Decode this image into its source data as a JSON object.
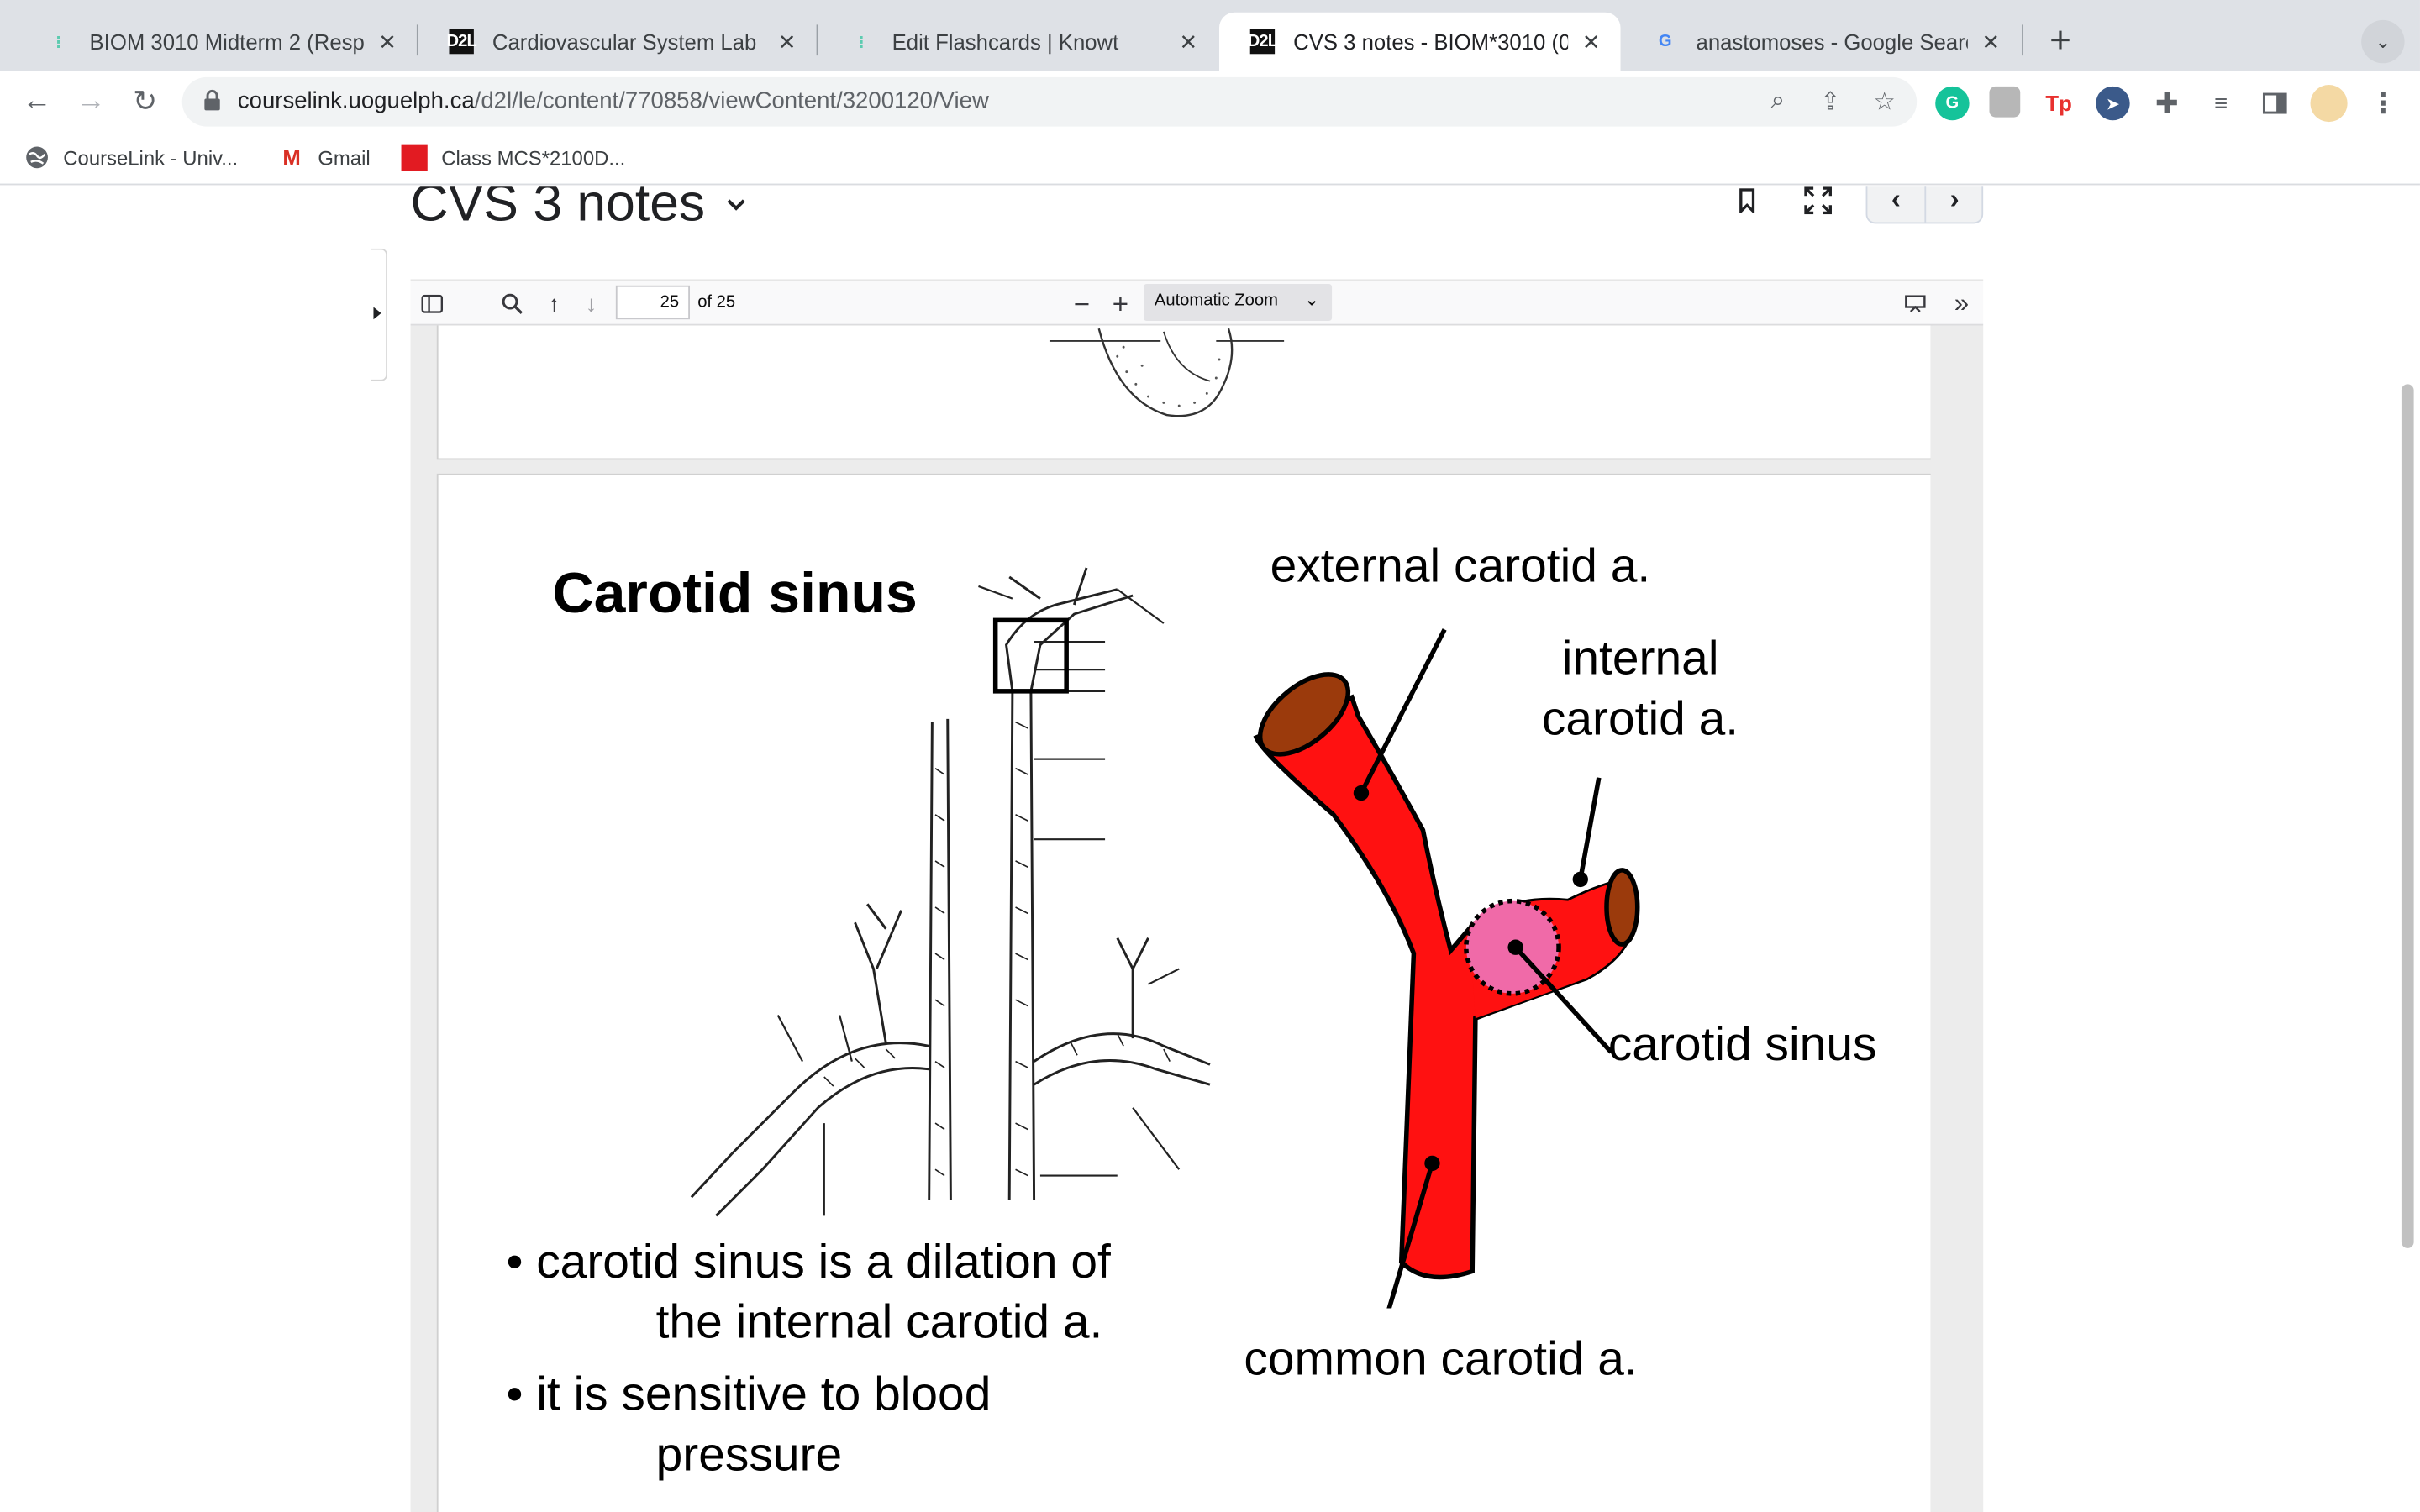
{
  "browser": {
    "tabs": [
      {
        "title": "BIOM 3010 Midterm 2 (Respira",
        "favicon": "knowt-icon",
        "active": false
      },
      {
        "title": "Cardiovascular System Lab Ma",
        "favicon": "d2l-icon",
        "active": false
      },
      {
        "title": "Edit Flashcards | Knowt",
        "favicon": "knowt-icon",
        "active": false
      },
      {
        "title": "CVS 3 notes - BIOM*3010 (01)",
        "favicon": "d2l-icon",
        "active": true
      },
      {
        "title": "anastomoses - Google Search",
        "favicon": "google-icon",
        "active": false
      }
    ],
    "d2l_favicon_text": "D2L",
    "google_favicon_text": "G",
    "url_host": "courselink.uoguelph.ca",
    "url_path": "/d2l/le/content/770858/viewContent/3200120/View",
    "bookmarks": [
      {
        "label": "CourseLink - Univ...",
        "icon": "globe-icon"
      },
      {
        "label": "Gmail",
        "icon": "gmail-icon"
      },
      {
        "label": "Class MCS*2100D...",
        "icon": "mcgraw-hill-icon"
      }
    ],
    "gmail_icon_text": "M",
    "ext_labels": {
      "grammarly": "G",
      "tp": "Tp"
    }
  },
  "viewer": {
    "doc_title": "CVS 3 notes",
    "page_number": "25",
    "page_count": "of 25",
    "zoom": "Automatic Zoom"
  },
  "slide": {
    "title": "Carotid sinus",
    "labels": {
      "external": "external carotid a.",
      "internal_line1": "internal",
      "internal_line2": "carotid a.",
      "sinus": "carotid sinus",
      "common": "common carotid a."
    },
    "bullets": [
      {
        "line1": "• carotid sinus is a dilation  of",
        "line2": "the internal carotid a."
      },
      {
        "line1": "• it is sensitive to blood",
        "line2": "pressure"
      }
    ]
  },
  "colors": {
    "artery": "#ff1111",
    "artery_lumen": "#9b3a0c",
    "sinus": "#f06aa8"
  }
}
